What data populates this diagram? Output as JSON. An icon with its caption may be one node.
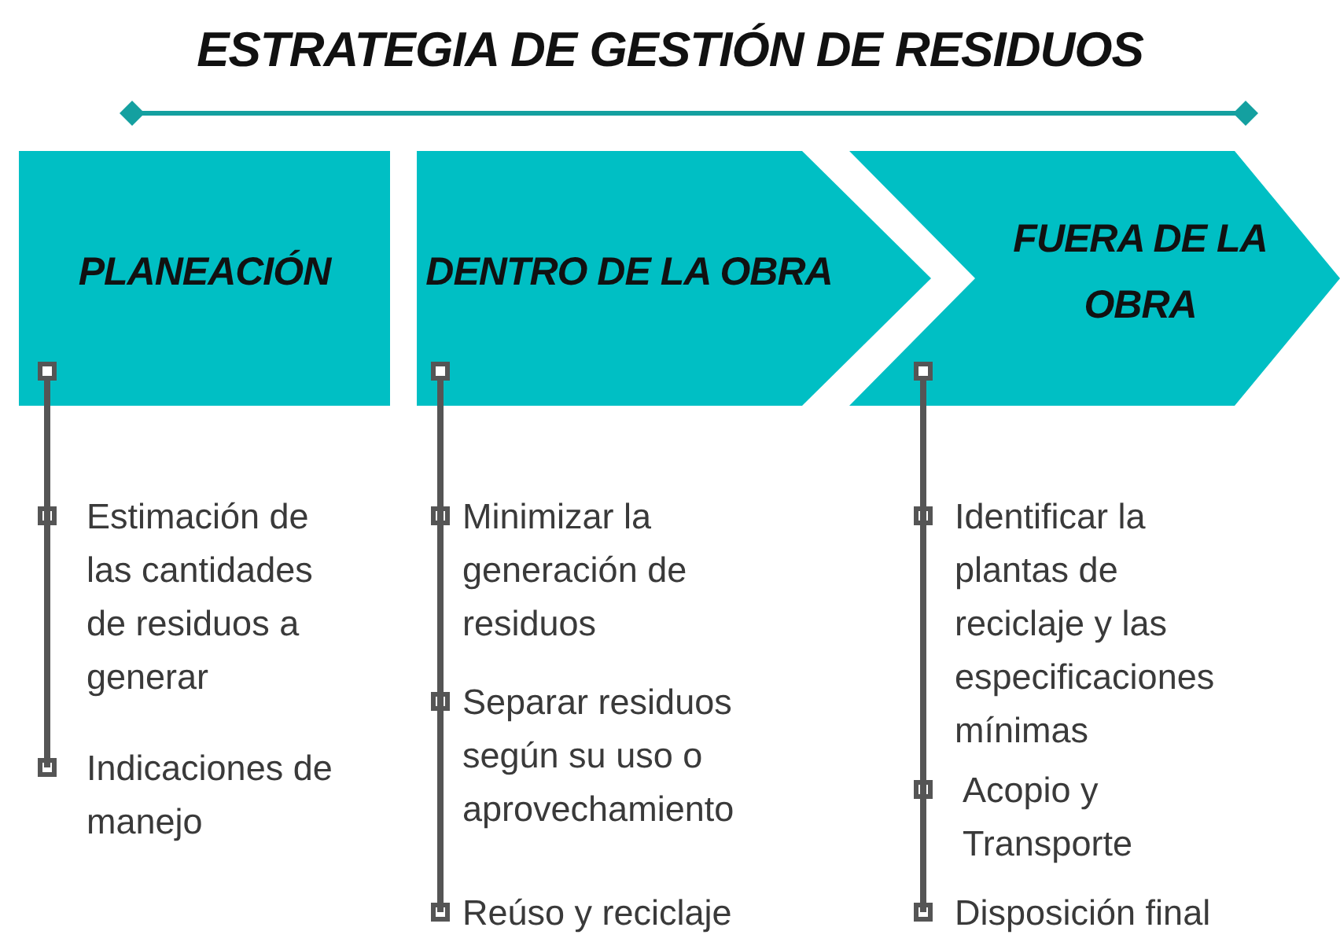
{
  "diagram": {
    "title": "ESTRATEGIA DE GESTIÓN DE RESIDUOS",
    "nodes": [
      {
        "text": [
          "PLANEACIÓN"
        ]
      },
      {
        "text": [
          "DENTRO DE LA OBRA"
        ]
      },
      {
        "text": [
          "FUERA DE LA OBRA"
        ]
      },
      {
        "text": [
          "Estimación de las cantidades de residuos a generar"
        ]
      },
      {
        "text": [
          "Indicaciones de manejo"
        ]
      },
      {
        "text": [
          "Minimizar la generación de residuos"
        ]
      },
      {
        "text": [
          "Separar residuos según su uso o aprovechamiento"
        ]
      },
      {
        "text": [
          "Reúso y reciclaje"
        ]
      },
      {
        "text": [
          "Identificar la plantas de reciclaje y las especificaciones mínimas"
        ]
      },
      {
        "text": [
          "Acopio y Transporte"
        ]
      },
      {
        "text": [
          "Disposición final"
        ]
      }
    ],
    "edges": [
      {
        "from": 0,
        "to": 3,
        "arrow": "other"
      },
      {
        "from": 3,
        "to": 4,
        "arrow": "other"
      },
      {
        "from": 1,
        "to": 5,
        "arrow": "other"
      },
      {
        "from": 5,
        "to": 6,
        "arrow": "other"
      },
      {
        "from": 6,
        "to": 7,
        "arrow": "other"
      },
      {
        "from": 2,
        "to": 8,
        "arrow": "other"
      },
      {
        "from": 8,
        "to": 9,
        "arrow": "other"
      },
      {
        "from": 9,
        "to": 10,
        "arrow": "other"
      }
    ]
  }
}
